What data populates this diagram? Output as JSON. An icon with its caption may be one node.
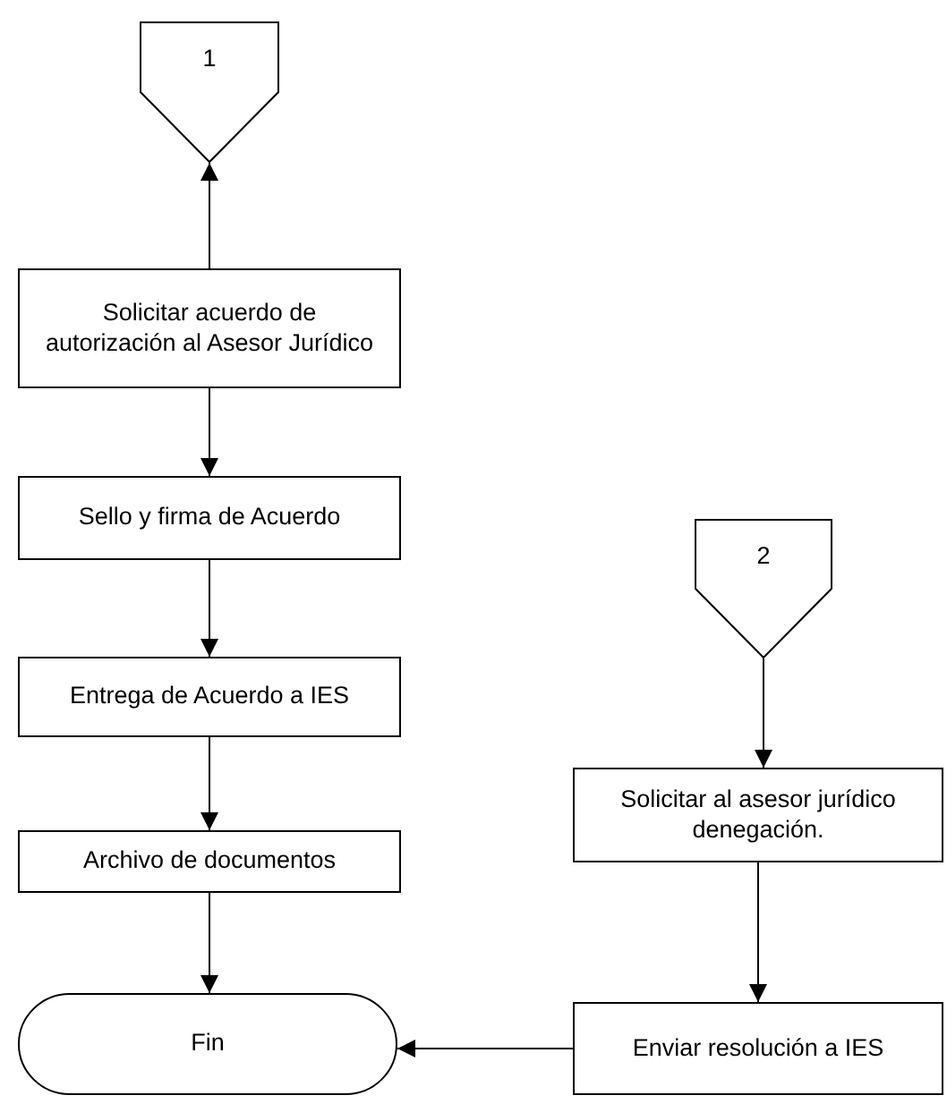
{
  "diagram": {
    "nodes": [
      {
        "text": [
          "1"
        ]
      },
      {
        "text": [
          "Solicitar acuerdo de autorización  al Asesor Jurídico"
        ]
      },
      {
        "text": [
          "Sello y firma de Acuerdo"
        ]
      },
      {
        "text": [
          "Entrega de Acuerdo a IES"
        ]
      },
      {
        "text": [
          "Archivo de documentos"
        ]
      },
      {
        "text": [
          "Fin"
        ]
      },
      {
        "text": [
          "2"
        ]
      },
      {
        "text": [
          "Solicitar al asesor jurídico denegación."
        ]
      },
      {
        "text": [
          "Enviar resolución a IES"
        ]
      }
    ],
    "edges": [
      {
        "from": 1,
        "to": 0,
        "arrow": "to"
      },
      {
        "from": 1,
        "to": 2,
        "arrow": "to"
      },
      {
        "from": 2,
        "to": 3,
        "arrow": "to"
      },
      {
        "from": 3,
        "to": 4,
        "arrow": "to"
      },
      {
        "from": 4,
        "to": 5,
        "arrow": "to"
      },
      {
        "from": 6,
        "to": 7,
        "arrow": "to"
      },
      {
        "from": 7,
        "to": 8,
        "arrow": "to"
      },
      {
        "from": 8,
        "to": 5,
        "arrow": "to"
      }
    ]
  }
}
